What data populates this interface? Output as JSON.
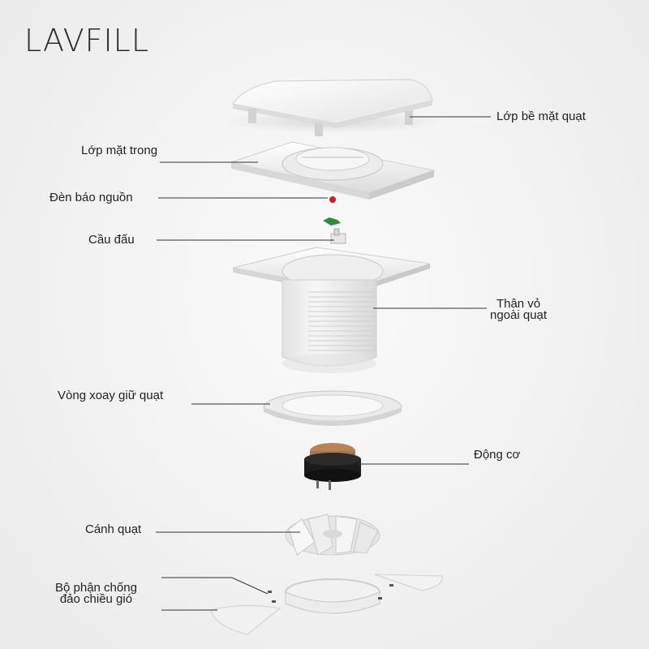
{
  "brand": {
    "name": "LAVFILL",
    "accent_color": "#1f8fd6"
  },
  "labels": {
    "outer_cover": "Lớp bề mặt quạt",
    "inner_face": "Lớp mặt trong",
    "power_led": "Đèn báo nguồn",
    "terminal_block": "Cầu đấu",
    "housing": [
      "Thân vỏ",
      "ngoài quạt"
    ],
    "retaining_ring": "Vòng xoay giữ quạt",
    "motor": "Động cơ",
    "fan_blade": "Cánh quạt",
    "backdraft_damper": [
      "Bộ phận chống",
      "đảo chiều gió"
    ]
  },
  "colors": {
    "part_white": "#f4f4f4",
    "part_shadow": "#c9c9c9",
    "leader_line": "#333333",
    "led_red": "#d11f1f",
    "pcb_green": "#2f8a3a",
    "motor_black": "#1c1c1c",
    "motor_copper": "#b9835a"
  }
}
